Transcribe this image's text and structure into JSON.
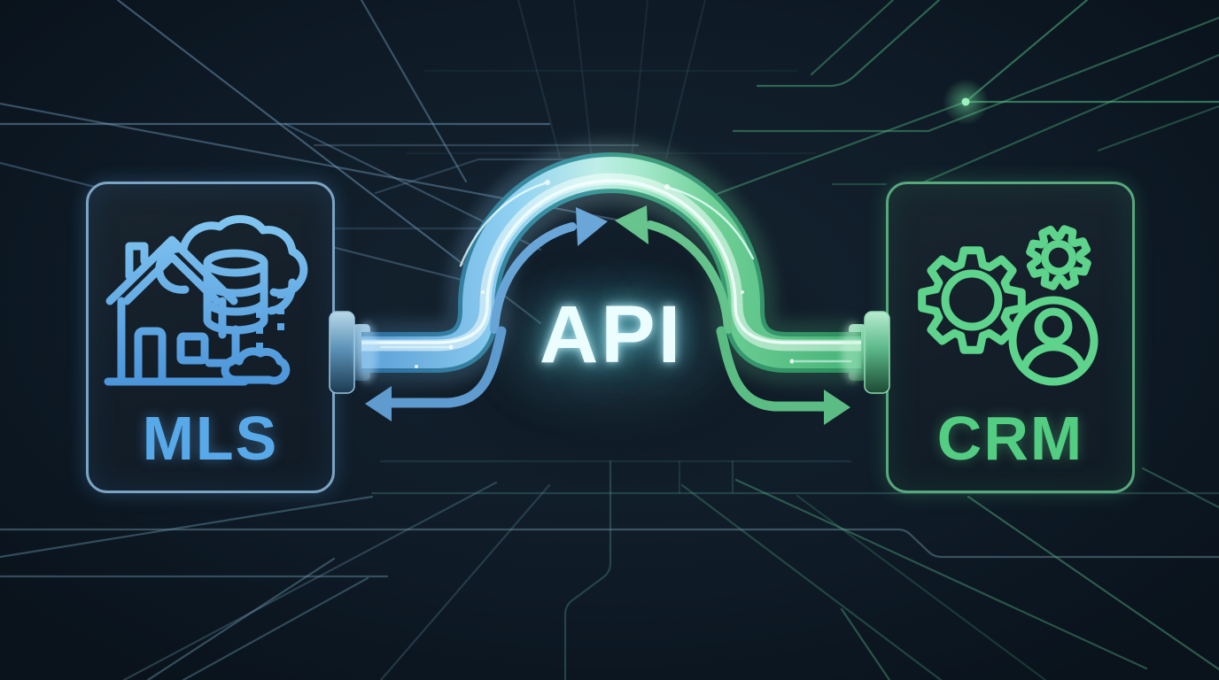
{
  "illustration": {
    "description": "MLS to CRM real-estate data integration via a glowing API pipe",
    "left_card": {
      "label": "MLS",
      "icon": "house-cloud-database-icon"
    },
    "right_card": {
      "label": "CRM",
      "icon": "gears-contact-icon"
    },
    "connector": {
      "label": "API",
      "arrows": [
        "mls-to-crm",
        "crm-to-mls"
      ],
      "left_pipe_color": "#8fd0f2",
      "right_pipe_color": "#5fcf92"
    },
    "palette": {
      "background": "#0e1a25",
      "mls_accent": "#58a9ea",
      "crm_accent": "#53cd82",
      "api_text": "#ecfdff",
      "circuit_blue": "#7da7c7",
      "circuit_green": "#55c287",
      "circuit_teal": "#55958f",
      "card_fill": "#131e29",
      "card_border_blue": "#7ba4c4",
      "card_border_green": "#57a87c"
    }
  }
}
